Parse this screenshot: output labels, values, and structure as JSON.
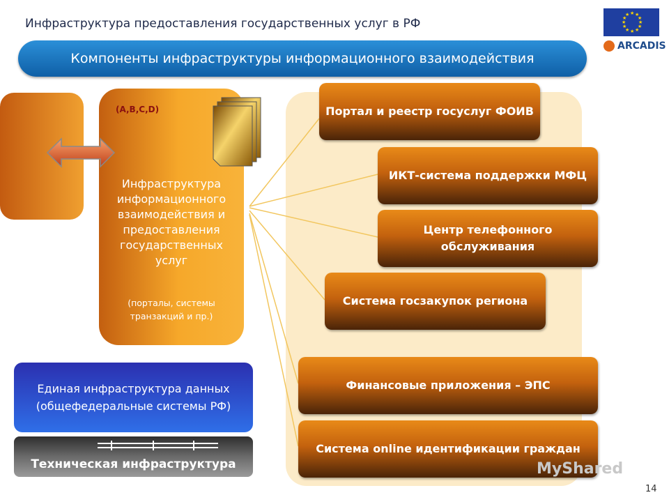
{
  "header": {
    "title": "Инфраструктура предоставления государственных услуг в РФ",
    "banner": "Компоненты инфраструктуры информационного взаимодействия",
    "logo_text": "ARCADIS"
  },
  "main_box": {
    "tag": "(A,B,C,D)",
    "title": "Инфраструктура информационного взаимодействия и предоставления государственных услуг",
    "subtitle": "(порталы, системы транзакций и пр.)"
  },
  "components": [
    {
      "label": "Портал и реестр госуслуг ФОИВ"
    },
    {
      "label": "ИКТ-система поддержки МФЦ"
    },
    {
      "label": "Центр телефонного обслуживания"
    },
    {
      "label": "Система госзакупок региона"
    },
    {
      "label": "Финансовые приложения – ЭПС"
    },
    {
      "label": "Система online идентификации граждан"
    }
  ],
  "bottom": {
    "data_infra": "Единая инфраструктура данных (общефедеральные системы РФ)",
    "tech_infra": "Техническая инфраструктура"
  },
  "footer": {
    "page_number": "14",
    "watermark": "MyShared"
  },
  "colors": {
    "banner": "#1f74c4",
    "orange": "#e98a18",
    "dark_orange": "#4a2408",
    "panel": "#fcebc8",
    "blue_box": "#2f6fe8"
  }
}
